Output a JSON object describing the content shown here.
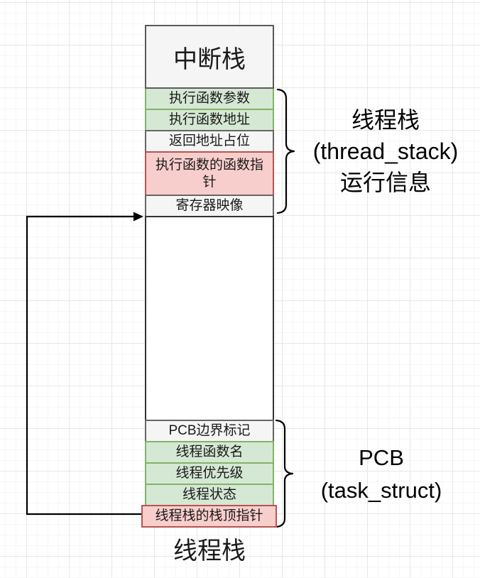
{
  "diagram": {
    "stack": {
      "title": "中断栈",
      "rows": [
        {
          "label": "执行函数参数",
          "type": "green"
        },
        {
          "label": "执行函数地址",
          "type": "green"
        },
        {
          "label": "返回地址占位",
          "type": "gray"
        },
        {
          "label": "执行函数的函数指针",
          "type": "red",
          "double": true
        },
        {
          "label": "寄存器映像",
          "type": "gray"
        },
        {
          "label": "",
          "type": "empty"
        },
        {
          "label": "PCB边界标记",
          "type": "gray"
        },
        {
          "label": "线程函数名",
          "type": "green"
        },
        {
          "label": "线程优先级",
          "type": "green"
        },
        {
          "label": "线程状态",
          "type": "green"
        },
        {
          "label": "线程栈的栈顶指针",
          "type": "red",
          "wide": true
        }
      ],
      "bottom_label": "线程栈"
    },
    "annotations": {
      "thread_stack": {
        "line1": "线程栈",
        "line2": "(thread_stack)",
        "line3": "运行信息"
      },
      "pcb": {
        "line1": "PCB",
        "line2": "(task_struct)"
      }
    },
    "connector": {
      "description": "arrow from top-of-stack pointer row to register map boundary"
    }
  },
  "colors": {
    "green_fill": "#d5e8d4",
    "green_border": "#82b366",
    "red_fill": "#f8cecc",
    "red_border": "#b85450",
    "gray_fill": "#f5f5f5",
    "gray_border": "#666666",
    "grid_major": "#e7e7e7",
    "grid_minor": "#f6f6f6",
    "arrow": "#000000"
  }
}
